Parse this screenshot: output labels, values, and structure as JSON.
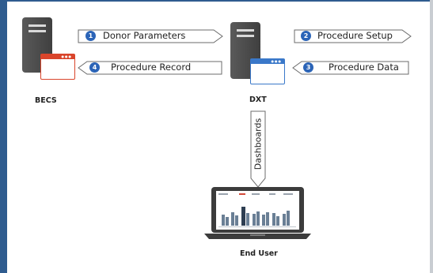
{
  "nodes": {
    "becs": "BECS",
    "dxt": "DXT",
    "end_user": "End User"
  },
  "flows": [
    {
      "number": "1",
      "label": "Donor Parameters"
    },
    {
      "number": "2",
      "label": "Procedure Setup"
    },
    {
      "number": "3",
      "label": "Procedure Data"
    },
    {
      "number": "4",
      "label": "Procedure Record"
    }
  ],
  "vertical_flow": {
    "label": "Dashboards"
  },
  "colors": {
    "frame": "#2f5c8f",
    "badge": "#2b64b7",
    "becs_window": "#d9452b",
    "dxt_window": "#3a78c9",
    "server": "#4a4a4a"
  }
}
